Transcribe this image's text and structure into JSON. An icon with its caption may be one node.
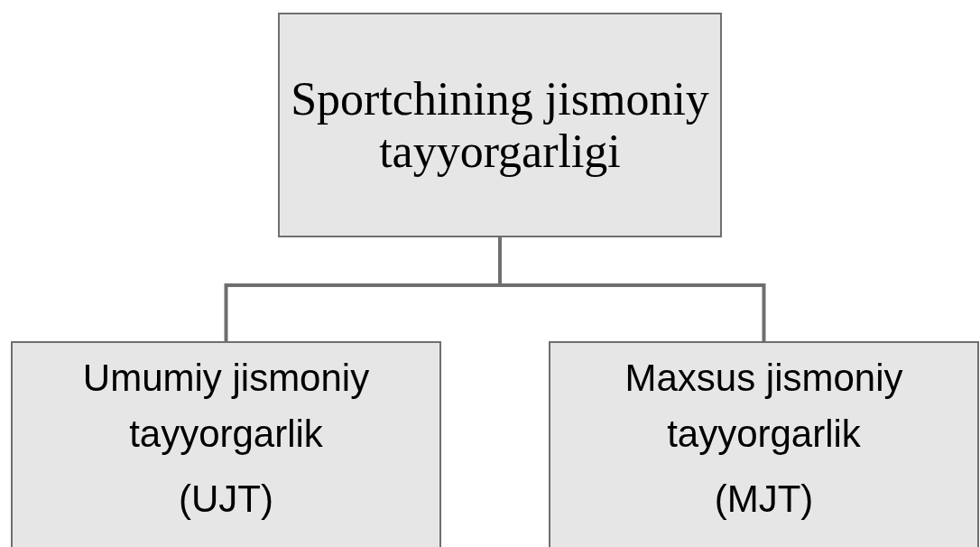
{
  "diagram": {
    "nodes": [
      {
        "text": [
          "Sportchining jismoniy tayyorgarligi"
        ]
      },
      {
        "text": [
          "Umumiy jismoniy tayyorgarlik",
          "(UJT)"
        ]
      },
      {
        "text": [
          "Maxsus jismoniy tayyorgarlik",
          "(MJT)"
        ]
      }
    ],
    "edges": [
      {
        "from": 0,
        "to": 1,
        "arrow": "none"
      },
      {
        "from": 0,
        "to": 2,
        "arrow": "none"
      }
    ]
  }
}
